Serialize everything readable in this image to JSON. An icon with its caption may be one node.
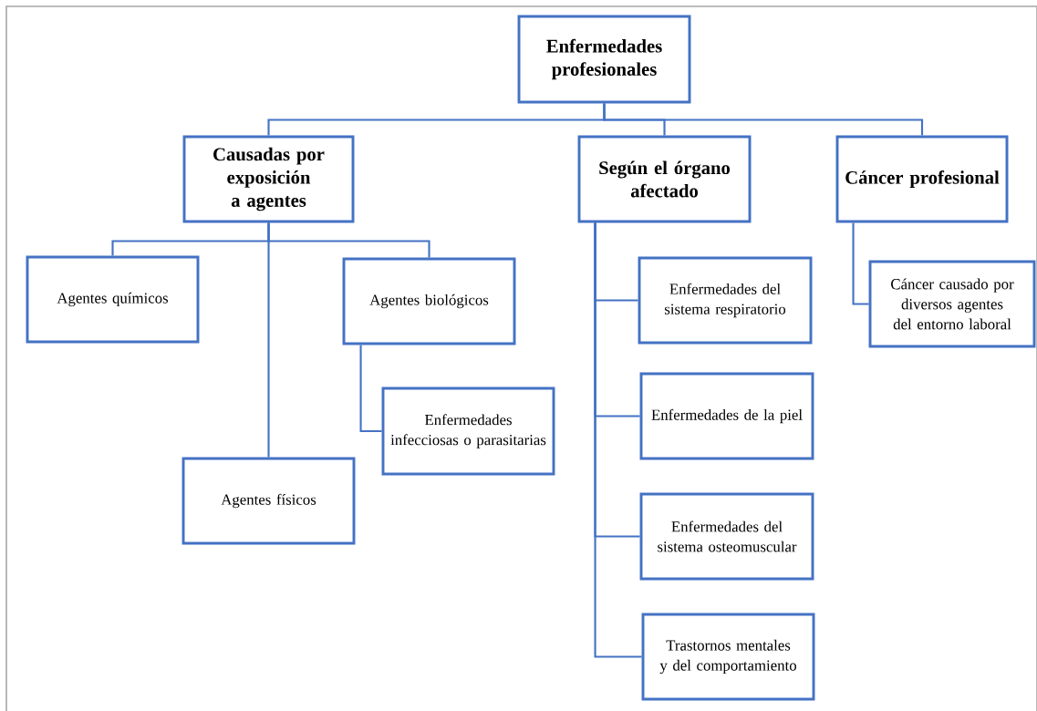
{
  "diagram": {
    "nodes": [
      {
        "text": [
          "Enfermedades profesionales"
        ]
      },
      {
        "text": [
          "Causadas por exposición a agentes"
        ]
      },
      {
        "text": [
          "Según el órgano afectado"
        ]
      },
      {
        "text": [
          "Cáncer profesional"
        ]
      },
      {
        "text": [
          "Agentes químicos"
        ]
      },
      {
        "text": [
          "Agentes biológicos"
        ]
      },
      {
        "text": [
          "Agentes físicos"
        ]
      },
      {
        "text": [
          "Enfermedades infecciosas o parasitarias"
        ]
      },
      {
        "text": [
          "Enfermedades del sistema respiratorio"
        ]
      },
      {
        "text": [
          "Enfermedades de la piel"
        ]
      },
      {
        "text": [
          "Enfermedades del sistema osteomuscular"
        ]
      },
      {
        "text": [
          "Trastornos mentales y del comportamiento"
        ]
      },
      {
        "text": [
          "Cáncer causado por diversos agentes del entorno laboral"
        ]
      }
    ],
    "edges": [
      {
        "from": 0,
        "to": 1,
        "arrow": "none"
      },
      {
        "from": 0,
        "to": 2,
        "arrow": "none"
      },
      {
        "from": 0,
        "to": 3,
        "arrow": "none"
      },
      {
        "from": 1,
        "to": 4,
        "arrow": "none"
      },
      {
        "from": 1,
        "to": 5,
        "arrow": "none"
      },
      {
        "from": 1,
        "to": 6,
        "arrow": "none"
      },
      {
        "from": 5,
        "to": 7,
        "arrow": "none"
      },
      {
        "from": 2,
        "to": 8,
        "arrow": "none"
      },
      {
        "from": 2,
        "to": 9,
        "arrow": "none"
      },
      {
        "from": 2,
        "to": 10,
        "arrow": "none"
      },
      {
        "from": 2,
        "to": 11,
        "arrow": "none"
      },
      {
        "from": 3,
        "to": 12,
        "arrow": "none"
      }
    ]
  }
}
